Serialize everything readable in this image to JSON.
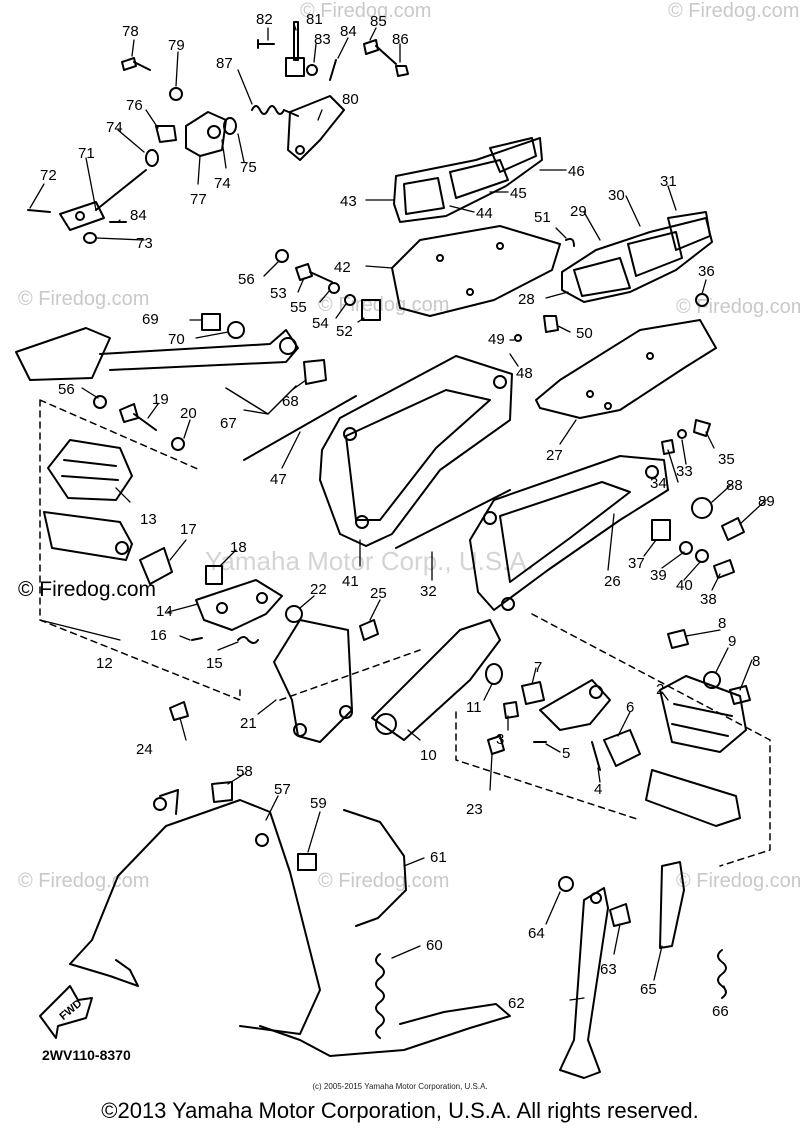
{
  "watermarks": {
    "site": "© Firedog.com",
    "center": "Yamaha Motor Corp., U.S.A.",
    "left_label": "© Firedog.com"
  },
  "diagram_code": "2WV110-8370",
  "small_copyright": "(c) 2005-2015 Yamaha Motor Corporation, U.S.A.",
  "footer": "©2013 Yamaha Motor Corporation, U.S.A. All rights reserved.",
  "fwd_label": "FWD",
  "callouts": {
    "78": "78",
    "79": "79",
    "82": "82",
    "81": "81",
    "83": "83",
    "84a": "84",
    "85": "85",
    "86": "86",
    "87": "87",
    "80": "80",
    "76": "76",
    "74a": "74",
    "74b": "74",
    "75": "75",
    "77": "77",
    "71": "71",
    "72": "72",
    "84b": "84",
    "73": "73",
    "46": "46",
    "45": "45",
    "43": "43",
    "44": "44",
    "31": "31",
    "30": "30",
    "29": "29",
    "51": "51",
    "42": "42",
    "56a": "56",
    "53": "53",
    "55": "55",
    "54": "54",
    "52": "52",
    "36": "36",
    "28": "28",
    "69": "69",
    "70": "70",
    "49": "49",
    "50": "50",
    "48": "48",
    "56b": "56",
    "19": "19",
    "20": "20",
    "68": "68",
    "67": "67",
    "27": "27",
    "35": "35",
    "33": "33",
    "34": "34",
    "88": "88",
    "89": "89",
    "47": "47",
    "13": "13",
    "17": "17",
    "18": "18",
    "41": "41",
    "32": "32",
    "26": "26",
    "37": "37",
    "39": "39",
    "40": "40",
    "38": "38",
    "14": "14",
    "22": "22",
    "25": "25",
    "8a": "8",
    "9": "9",
    "8b": "8",
    "12": "12",
    "16": "16",
    "15": "15",
    "7": "7",
    "2": "2",
    "11": "11",
    "21": "21",
    "3": "3",
    "6": "6",
    "5": "5",
    "24": "24",
    "10": "10",
    "4": "4",
    "23": "23",
    "58": "58",
    "57": "57",
    "59": "59",
    "61": "61",
    "60": "60",
    "64": "64",
    "63": "63",
    "65": "65",
    "62": "62",
    "66": "66"
  }
}
